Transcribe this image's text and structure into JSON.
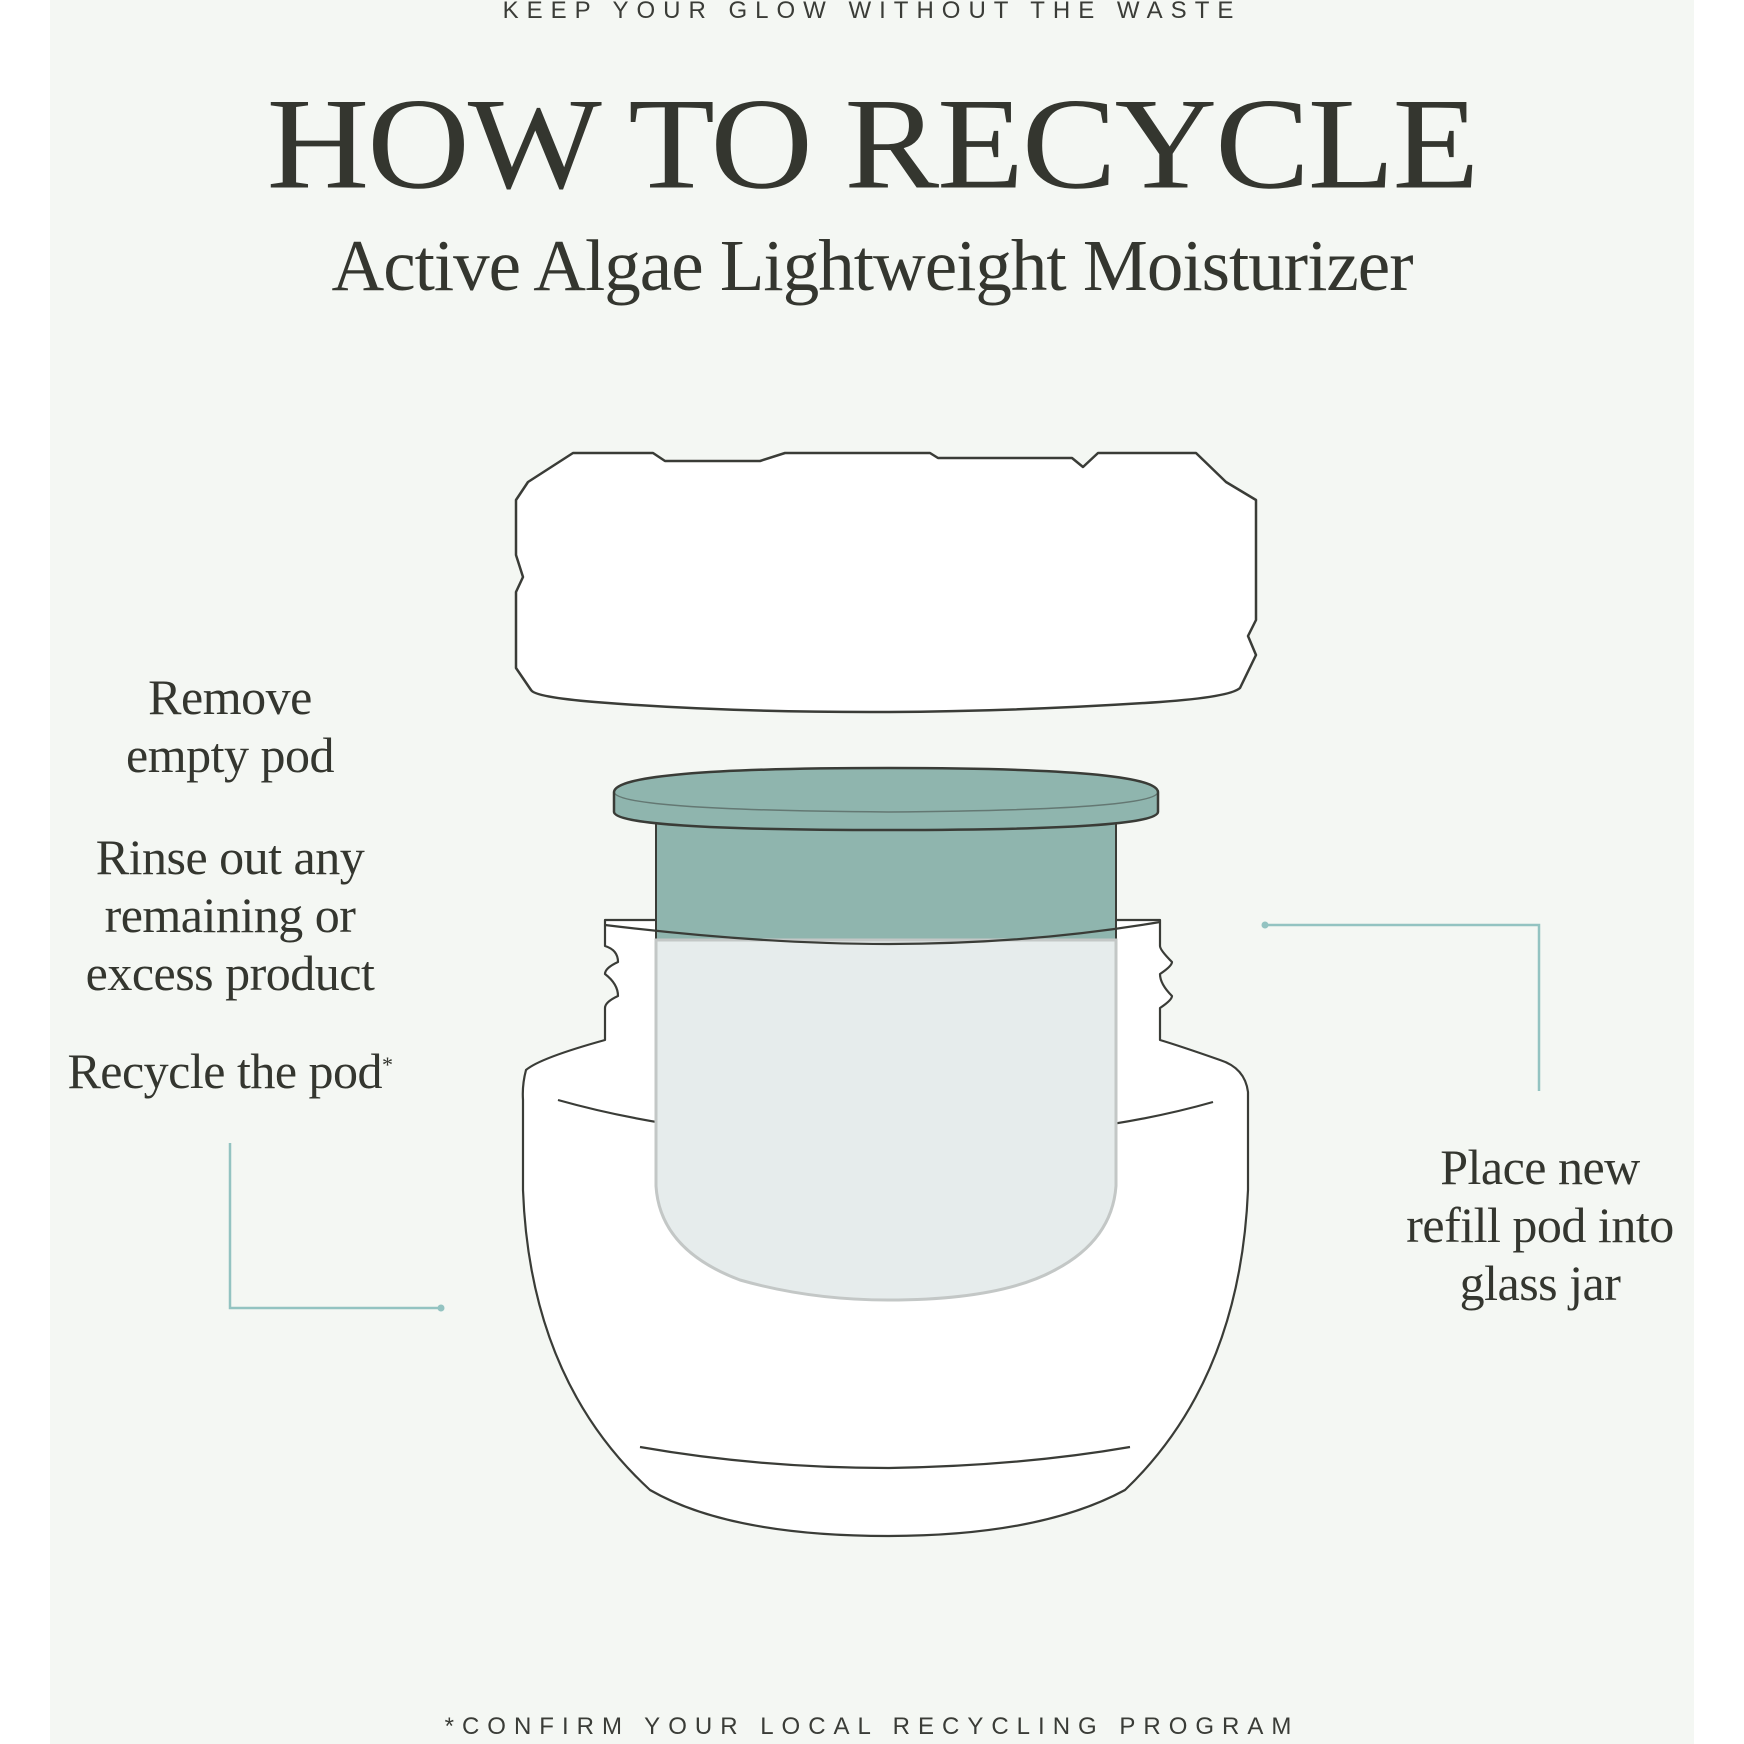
{
  "header": {
    "eyebrow": "KEEP YOUR GLOW WITHOUT THE WASTE",
    "title": "HOW TO RECYCLE",
    "subtitle": "Active Algae Lightweight Moisturizer"
  },
  "steps": {
    "remove_pod": [
      "Remove",
      "empty pod"
    ],
    "rinse": [
      "Rinse out any",
      "remaining or",
      "excess product"
    ],
    "recycle": "Recycle the pod",
    "recycle_mark": "*",
    "place_new": [
      "Place new",
      "refill pod into",
      "glass jar"
    ]
  },
  "footer": {
    "note": "*CONFIRM YOUR LOCAL RECYCLING PROGRAM"
  },
  "colors": {
    "background": "#f4f7f3",
    "text": "#34362f",
    "pod_fill": "#8fb5ae",
    "accent_line": "#93c3c1",
    "outline": "#3a3c37"
  },
  "icons": {
    "lid": "jar-lid-icon",
    "pod": "refill-pod-icon",
    "jar": "glass-jar-icon"
  }
}
